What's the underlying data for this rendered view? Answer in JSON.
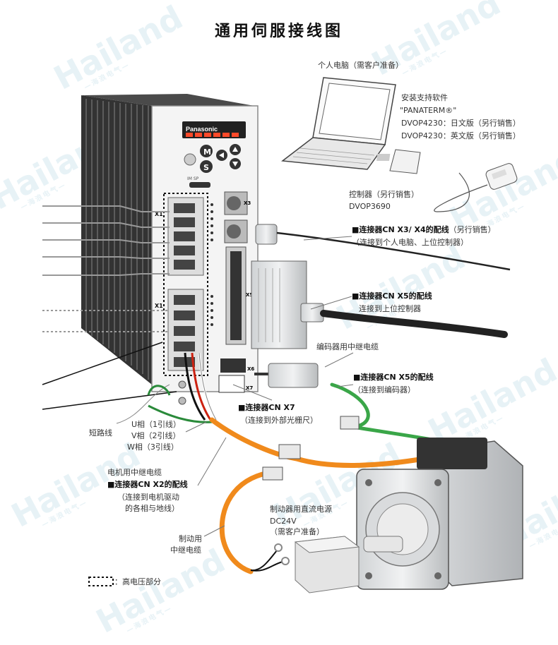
{
  "title": "通用伺服接线图",
  "watermark": {
    "brand": "Hailand",
    "sub": "—海浪电气—"
  },
  "drive": {
    "brand": "Panasonic",
    "ports": [
      "X1",
      "X1",
      "X3",
      "X5",
      "X6",
      "X7"
    ],
    "mode_labels": [
      "M",
      "S"
    ],
    "indicator": "IM  SP"
  },
  "labels": {
    "pc": "个人电脑（需客户准备）",
    "software_title": "安装支持软件",
    "software_name": "\"PANATERM®\"",
    "software_jp": "DVOP4230：日文版（另行销售）",
    "software_en": "DVOP4230：英文版（另行销售）",
    "console": "控制器（另行销售）",
    "console_model": "DVOP3690",
    "cn_x3x4_a": "■连接器CN X3/ X4的配线",
    "cn_x3x4_b": "（另行销售）",
    "cn_x3x4_c": "（连接到个人电脑、上位控制器）",
    "cn_x5": "■连接器CN X5的配线",
    "cn_x5_sub": "连接到上位控制器",
    "encoder_cable": "编码器用中继电缆",
    "cn_x5_enc": "■连接器CN X5的配线",
    "cn_x5_enc_sub": "（连接到编码器）",
    "cn_x7": "■连接器CN X7",
    "cn_x7_sub": "（连接到外部光栅尺）",
    "short": "短路线",
    "u_phase": "U相（1引线）",
    "v_phase": "V相（2引线）",
    "w_phase": "W相（3引线）",
    "motor_cable": "电机用中继电缆",
    "cn_x2": "■连接器CN X2的配线",
    "cn_x2_sub1": "（连接到电机驱动",
    "cn_x2_sub2": "的各相与地线）",
    "brake_psu": "制动器用直流电源",
    "dc24v": "DC24V",
    "dc24v_sub": "（需客户准备）",
    "brake_cable_1": "制动用",
    "brake_cable_2": "中继电缆",
    "hv_legend": "：高电压部分"
  }
}
